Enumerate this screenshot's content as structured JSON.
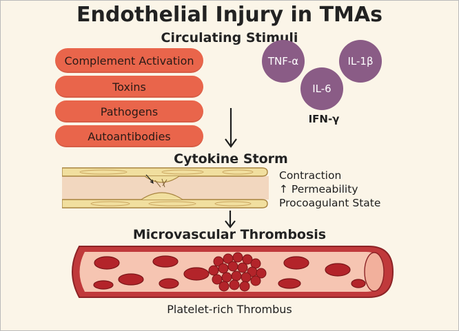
{
  "title": "Endothelial Injury in TMAs",
  "stimuli": {
    "heading": "Circulating Stimuli",
    "items": [
      "Complement Activation",
      "Toxins",
      "Pathogens",
      "Autoantibodies"
    ]
  },
  "cytokines": {
    "items": [
      "TNF-α",
      "IL-1β",
      "IL-6"
    ],
    "extra": "IFN-γ"
  },
  "storm": {
    "heading": "Cytokine Storm",
    "effects": [
      "Contraction",
      "↑ Permeability",
      "Procoagulant State"
    ]
  },
  "thrombosis": {
    "heading": "Microvascular Thrombosis",
    "caption": "Platelet-rich Thrombus"
  },
  "colors": {
    "pill": "#e9654b",
    "cytokine": "#8a5c86",
    "vessel": "#c0393b",
    "rbc": "#b3242a",
    "background": "#fbf5e8"
  }
}
